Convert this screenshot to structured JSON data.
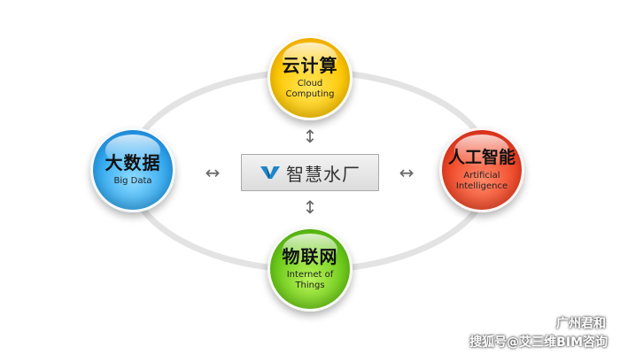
{
  "diagram": {
    "center": {
      "label": "智慧水厂",
      "logo_icon": "brand-logo-icon"
    },
    "nodes": {
      "cloud": {
        "title": "云计算",
        "subtitle_line1": "Cloud",
        "subtitle_line2": "Computing",
        "color": "#ffc905"
      },
      "bigdata": {
        "title": "大数据",
        "subtitle_line1": "Big Data",
        "color": "#34aaf0"
      },
      "ai": {
        "title": "人工智能",
        "subtitle_line1": "Artificial",
        "subtitle_line2": "Intelligence",
        "color": "#f04a2a"
      },
      "iot": {
        "title": "物联网",
        "subtitle_line1": "Internet of",
        "subtitle_line2": "Things",
        "color": "#6fcd1b"
      }
    },
    "arrows": {
      "vertical": "↕",
      "horizontal": "↔"
    }
  },
  "watermark": {
    "account": "广州君和",
    "source": "搜狐号@艾三维BIM咨询",
    "icon": "wechat-icon"
  }
}
